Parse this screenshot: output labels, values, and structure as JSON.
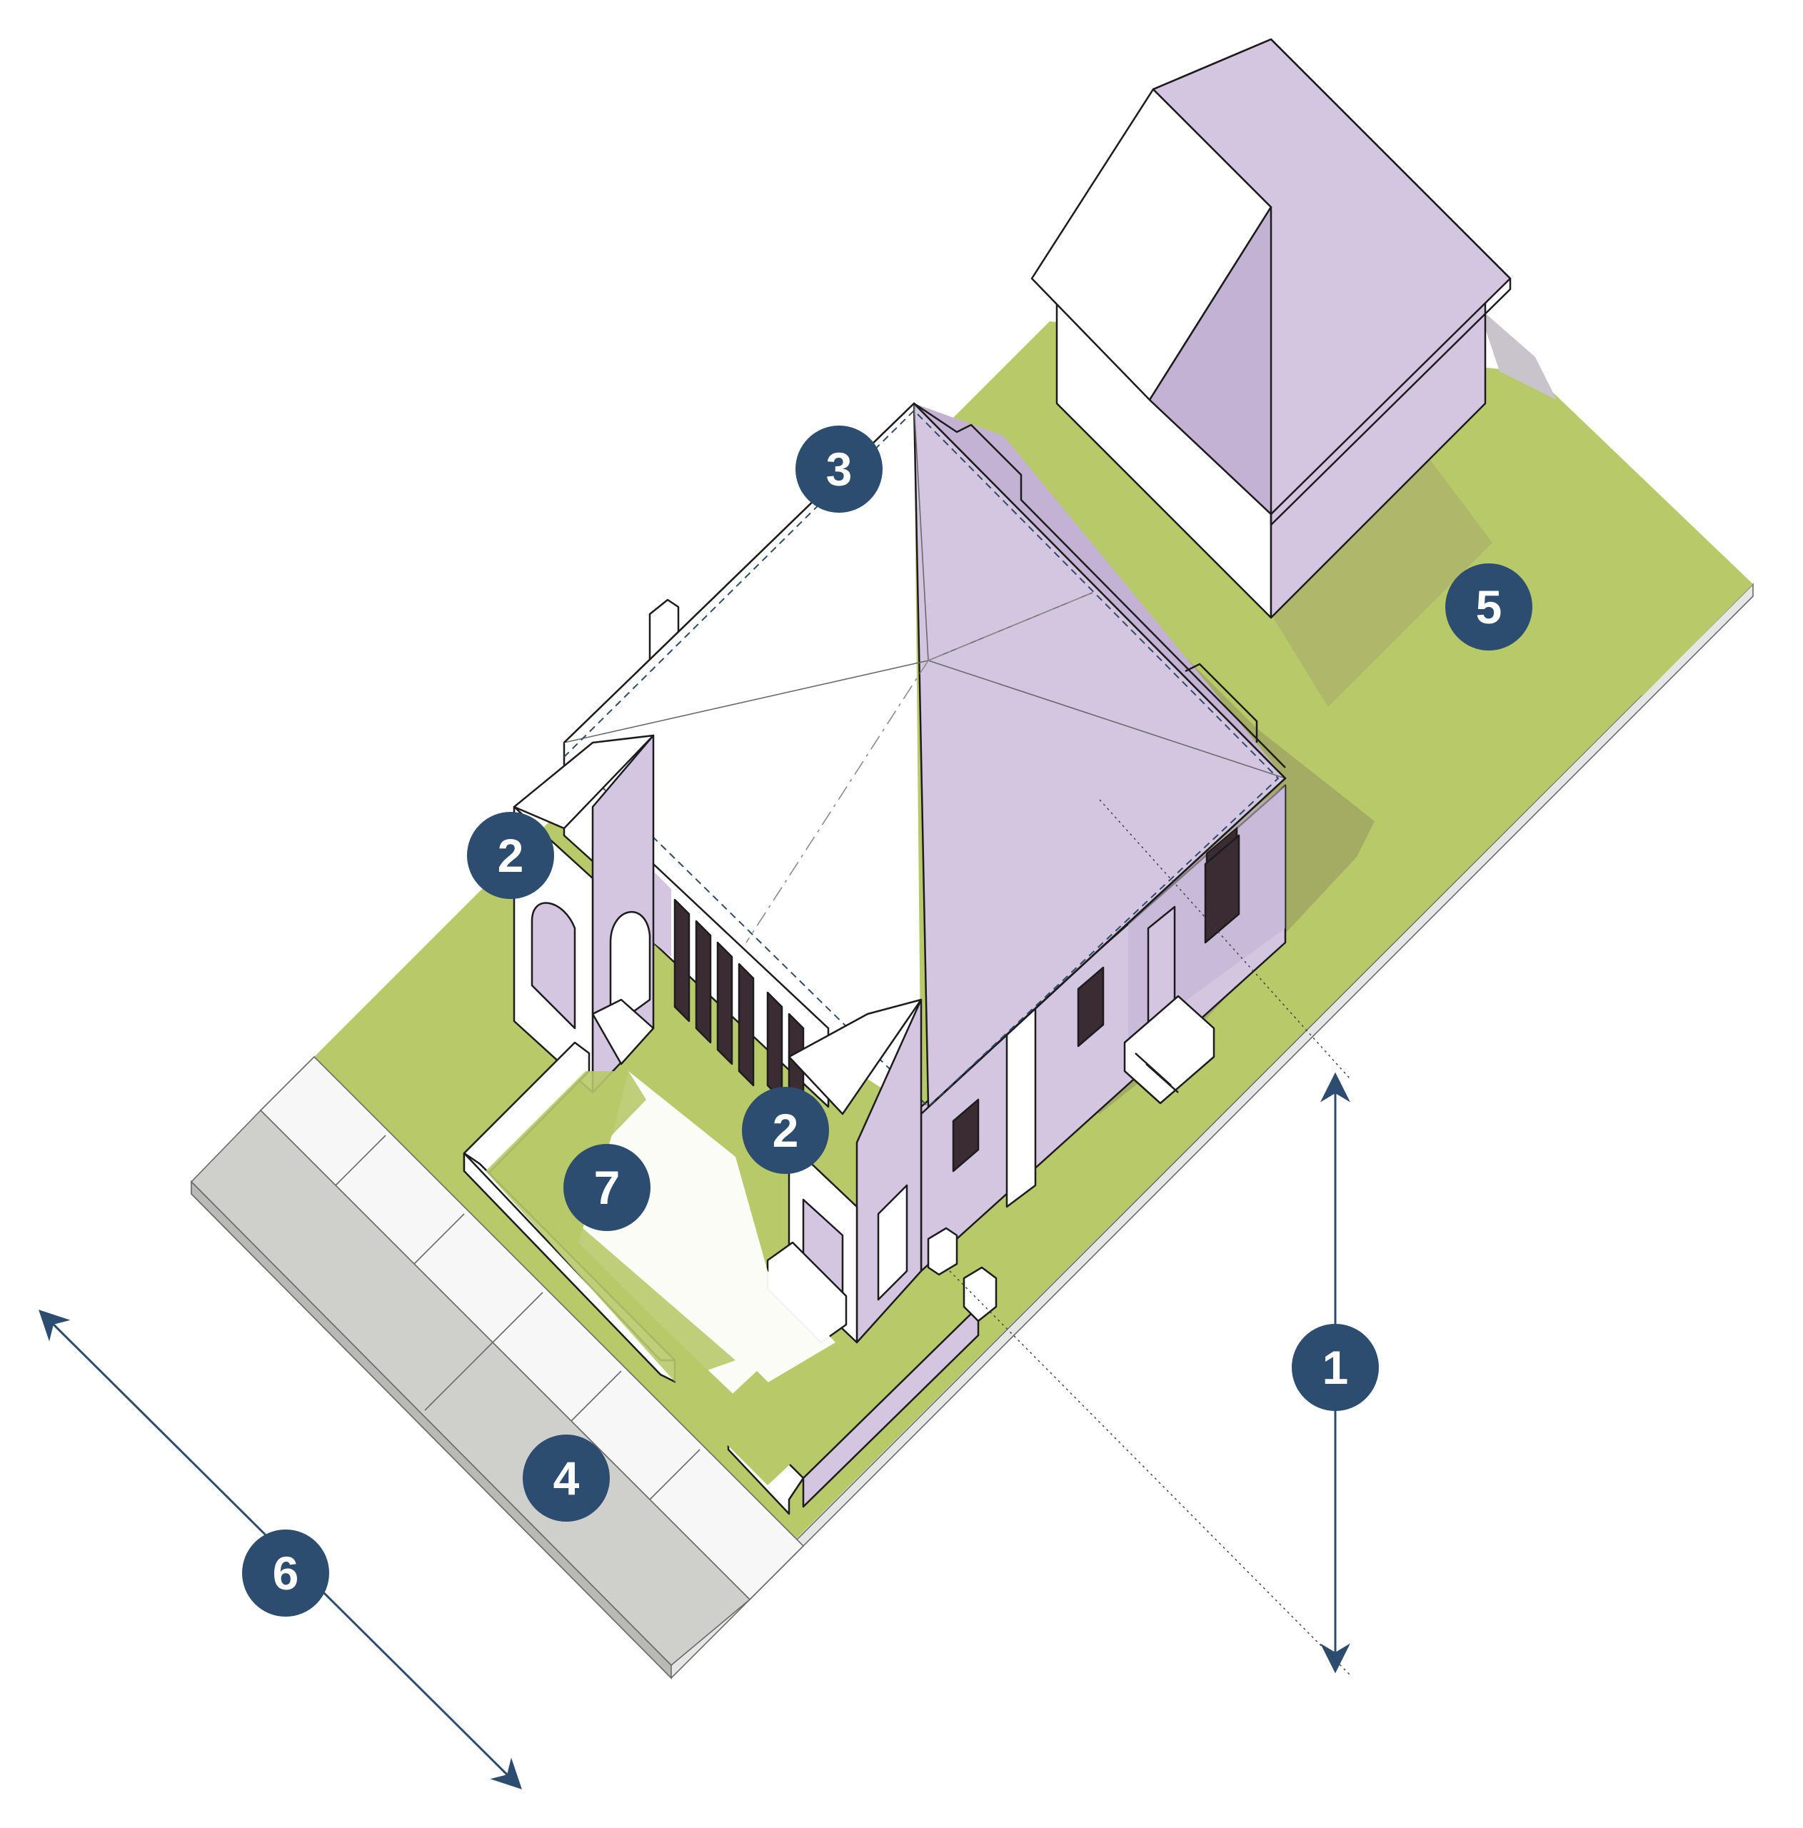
{
  "colors": {
    "lawn": "#b8c96a",
    "lawn_shade": "#a0a763",
    "house_lilac": "#d4c6e0",
    "house_lilac_dark": "#c3b2d3",
    "white": "#ffffff",
    "road": "#cfd0cc",
    "window": "#3b2c33",
    "marker_navy": "#2c4d70",
    "arrow": "#2c4d70",
    "shadow": "#8f935a"
  },
  "callouts": [
    {
      "id": "c1",
      "label": "1",
      "meaning": "setback-dimension"
    },
    {
      "id": "c2a",
      "label": "2",
      "meaning": "porch-bay"
    },
    {
      "id": "c2b",
      "label": "2",
      "meaning": "porch-bay"
    },
    {
      "id": "c3",
      "label": "3",
      "meaning": "roof-outline"
    },
    {
      "id": "c4",
      "label": "4",
      "meaning": "sidewalk"
    },
    {
      "id": "c5",
      "label": "5",
      "meaning": "side-yard"
    },
    {
      "id": "c6",
      "label": "6",
      "meaning": "lot-frontage-dimension"
    },
    {
      "id": "c7",
      "label": "7",
      "meaning": "front-yard"
    }
  ]
}
